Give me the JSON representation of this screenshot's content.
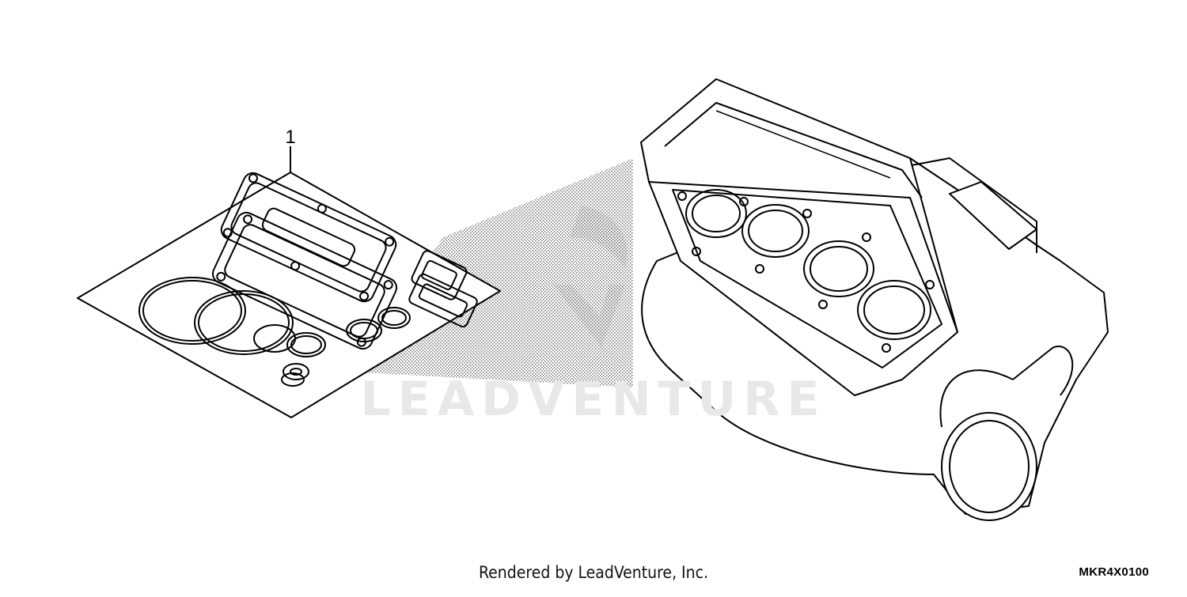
{
  "diagram": {
    "callout_number": "1",
    "parts": [
      {
        "ref": "1",
        "icon": "gasket-kit-icon"
      },
      {
        "ref": "",
        "icon": "engine-block-icon"
      }
    ]
  },
  "watermark": {
    "text": "LEADVENTURE",
    "icon": "wing-logo-icon"
  },
  "footer": {
    "rendered_by": "Rendered by LeadVenture, Inc.",
    "diagram_code": "MKR4X0100"
  }
}
